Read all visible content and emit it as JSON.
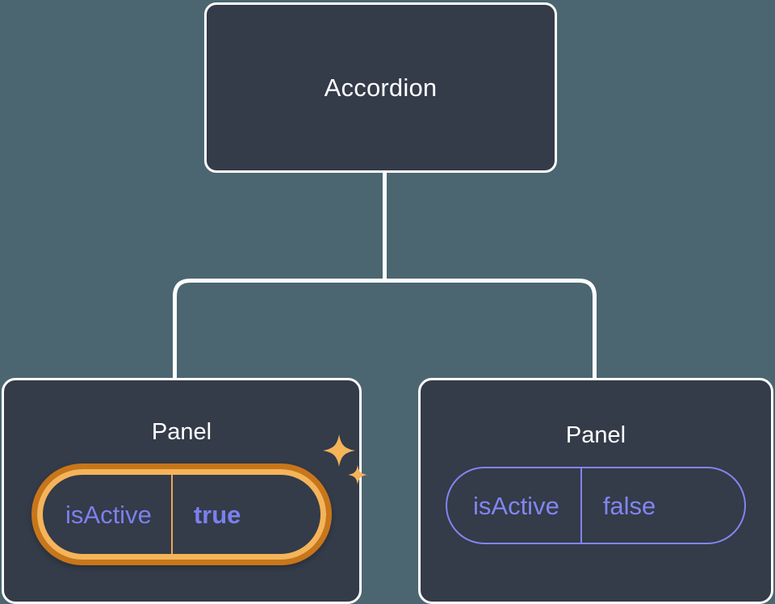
{
  "canvas": {
    "background_color": "#4b6670",
    "node_fill_color": "#343b49",
    "node_border_color": "#ffffff",
    "connector_color": "#ffffff",
    "prop_text_color": "#8186f0",
    "highlight_outer_ring_color": "#c8761a",
    "highlight_inner_ring_color": "#f5b45a",
    "sparkle_color": "#f5b45a"
  },
  "tree": {
    "root": {
      "title": "Accordion"
    },
    "children": [
      {
        "title": "Panel",
        "highlighted": true,
        "prop": {
          "key": "isActive",
          "value": "true"
        },
        "sparkle_icons": [
          "sparkle-large-icon",
          "sparkle-small-icon"
        ]
      },
      {
        "title": "Panel",
        "highlighted": false,
        "prop": {
          "key": "isActive",
          "value": "false"
        }
      }
    ]
  }
}
